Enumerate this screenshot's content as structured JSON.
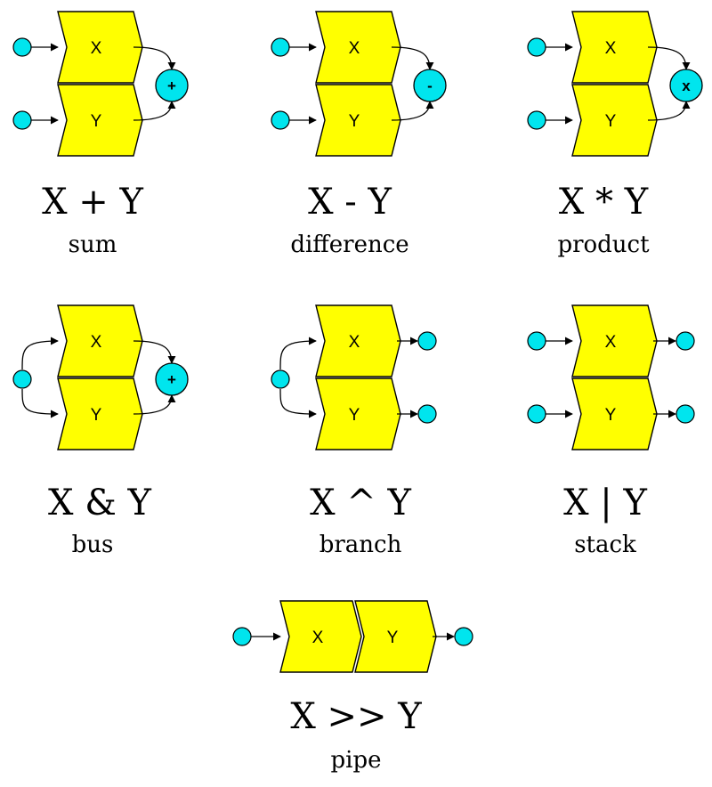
{
  "colors": {
    "block_fill": "#ffff00",
    "node_fill": "#00e5ee",
    "stroke": "#000000"
  },
  "blocks": {
    "x_label": "X",
    "y_label": "Y"
  },
  "operators": {
    "sum_symbol": "+",
    "difference_symbol": "-",
    "product_symbol": "x",
    "bus_symbol": "+"
  },
  "captions": {
    "sum": {
      "expression": "X + Y",
      "name": "sum"
    },
    "difference": {
      "expression": "X - Y",
      "name": "difference"
    },
    "product": {
      "expression": "X * Y",
      "name": "product"
    },
    "bus": {
      "expression": "X & Y",
      "name": "bus"
    },
    "branch": {
      "expression": "X ^ Y",
      "name": "branch"
    },
    "stack": {
      "expression": "X | Y",
      "name": "stack"
    },
    "pipe": {
      "expression": "X >> Y",
      "name": "pipe"
    }
  }
}
